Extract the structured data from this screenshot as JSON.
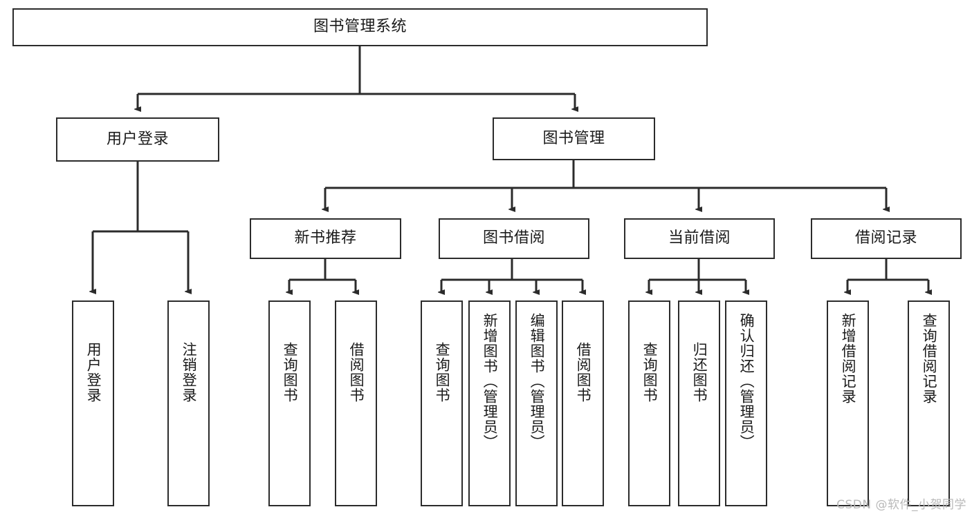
{
  "diagram": {
    "title": "图书管理系统",
    "type": "tree",
    "watermark": "CSDN @软件_小贺同学",
    "colors": {
      "box_border": "#2b2b2b",
      "edge": "#2b2b2b",
      "background": "#ffffff",
      "text": "#1a1a1a",
      "watermark": "#b9b9b9"
    },
    "root": {
      "label": "图书管理系统"
    },
    "level2": [
      {
        "label": "用户登录"
      },
      {
        "label": "图书管理"
      }
    ],
    "level3": [
      {
        "label": "新书推荐"
      },
      {
        "label": "图书借阅"
      },
      {
        "label": "当前借阅"
      },
      {
        "label": "借阅记录"
      }
    ],
    "leaves": {
      "user_login": [
        {
          "label": "用户登录"
        },
        {
          "label": "注销登录"
        }
      ],
      "new_book_recommend": [
        {
          "label": "查询图书"
        },
        {
          "label": "借阅图书"
        }
      ],
      "book_borrow": [
        {
          "label": "查询图书"
        },
        {
          "label": "新增图书（管理员）"
        },
        {
          "label": "编辑图书（管理员）"
        },
        {
          "label": "借阅图书"
        }
      ],
      "current_borrow": [
        {
          "label": "查询图书"
        },
        {
          "label": "归还图书"
        },
        {
          "label": "确认归还（管理员）"
        }
      ],
      "borrow_record": [
        {
          "label": "新增借阅记录"
        },
        {
          "label": "查询借阅记录"
        }
      ]
    }
  }
}
